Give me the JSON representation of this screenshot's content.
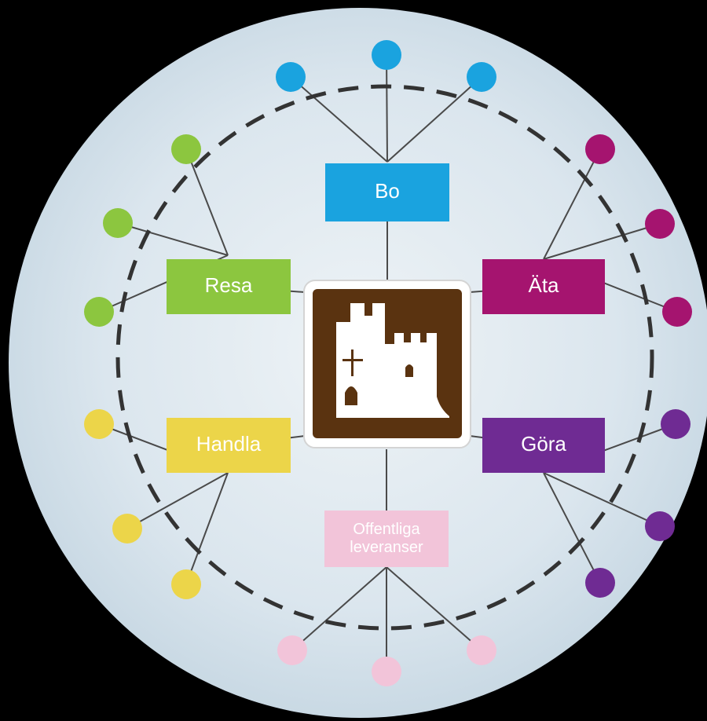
{
  "colors": {
    "background": "#000000",
    "disc": "#dfe9f0",
    "connector": "#4a4a4a",
    "dashed_ring": "#333333",
    "bo": "#1aa3df",
    "ata": "#a5146f",
    "gora": "#6f2b93",
    "offentliga": "#f2c4d9",
    "handla": "#ecd549",
    "resa": "#8cc63f",
    "center_sign": "#5a3310",
    "center_sign_frame": "#ffffff"
  },
  "center": {
    "icon": "castle-icon"
  },
  "categories": [
    {
      "id": "bo",
      "label": "Bo",
      "label_lines": [
        "Bo"
      ],
      "color_key": "bo",
      "dots": 3
    },
    {
      "id": "ata",
      "label": "Äta",
      "label_lines": [
        "Äta"
      ],
      "color_key": "ata",
      "dots": 3
    },
    {
      "id": "gora",
      "label": "Göra",
      "label_lines": [
        "Göra"
      ],
      "color_key": "gora",
      "dots": 3
    },
    {
      "id": "offentliga",
      "label": "Offentliga leveranser",
      "label_lines": [
        "Offentliga",
        "leveranser"
      ],
      "color_key": "offentliga",
      "dots": 3
    },
    {
      "id": "handla",
      "label": "Handla",
      "label_lines": [
        "Handla"
      ],
      "color_key": "handla",
      "dots": 3
    },
    {
      "id": "resa",
      "label": "Resa",
      "label_lines": [
        "Resa"
      ],
      "color_key": "resa",
      "dots": 3
    }
  ]
}
